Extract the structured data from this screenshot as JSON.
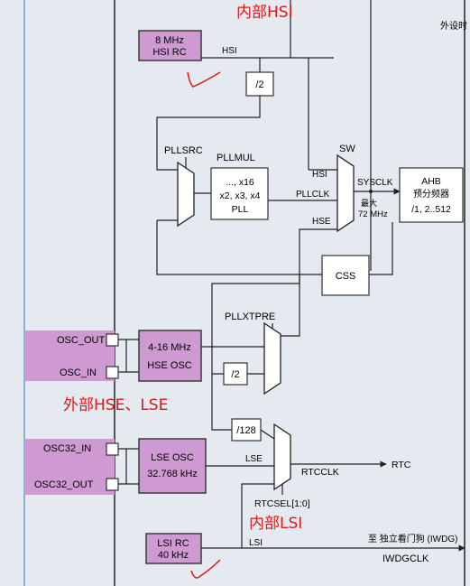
{
  "annotations": {
    "internal_hsi": "内部HSI",
    "external_hse_lse": "外部HSE、LSE",
    "internal_lsi": "内部LSI",
    "annot_color": "#e01818"
  },
  "blocks": {
    "hsi_rc": {
      "line1": "8 MHz",
      "line2": "HSI RC"
    },
    "hse_osc": {
      "line1": "4-16 MHz",
      "line2": "HSE OSC"
    },
    "lse_osc": {
      "line1": "LSE OSC",
      "line2": "32.768 kHz"
    },
    "lsi_rc": {
      "line1": "LSI RC",
      "line2": "40 kHz"
    },
    "pll": {
      "line1": "..., x16",
      "line2": "x2, x3, x4",
      "line3": "PLL"
    },
    "ahb": {
      "line1": "AHB",
      "line2": "预分频器",
      "line3": "/1, 2..512"
    },
    "css": "CSS",
    "div2_hsi": "/2",
    "div2_hse": "/2",
    "div128": "/128"
  },
  "pins": {
    "osc_out": "OSC_OUT",
    "osc_in": "OSC_IN",
    "osc32_in": "OSC32_IN",
    "osc32_out": "OSC32_OUT"
  },
  "signals": {
    "hsi": "HSI",
    "pllsrc": "PLLSRC",
    "pllmul": "PLLMUL",
    "sw": "SW",
    "sw_hsi": "HSI",
    "pllclk": "PLLCLK",
    "sw_hse": "HSE",
    "sysclk": "SYSCLK",
    "max_label": "最大",
    "max_value": "72 MHz",
    "pllxtpre": "PLLXTPRE",
    "lse": "LSE",
    "rtcclk": "RTCCLK",
    "rtc": "RTC",
    "rtcsel": "RTCSEL[1:0]",
    "lsi": "LSI",
    "iwdg_target": "至 独立看门狗 (IWDG)",
    "iwdgclk": "IWDGCLK",
    "top_right": "外设时"
  },
  "colors": {
    "osc_fill": "#cf9ad2",
    "osc_stroke": "#3a3a3a",
    "wire": "#222222",
    "background": "#e4eaf0"
  }
}
